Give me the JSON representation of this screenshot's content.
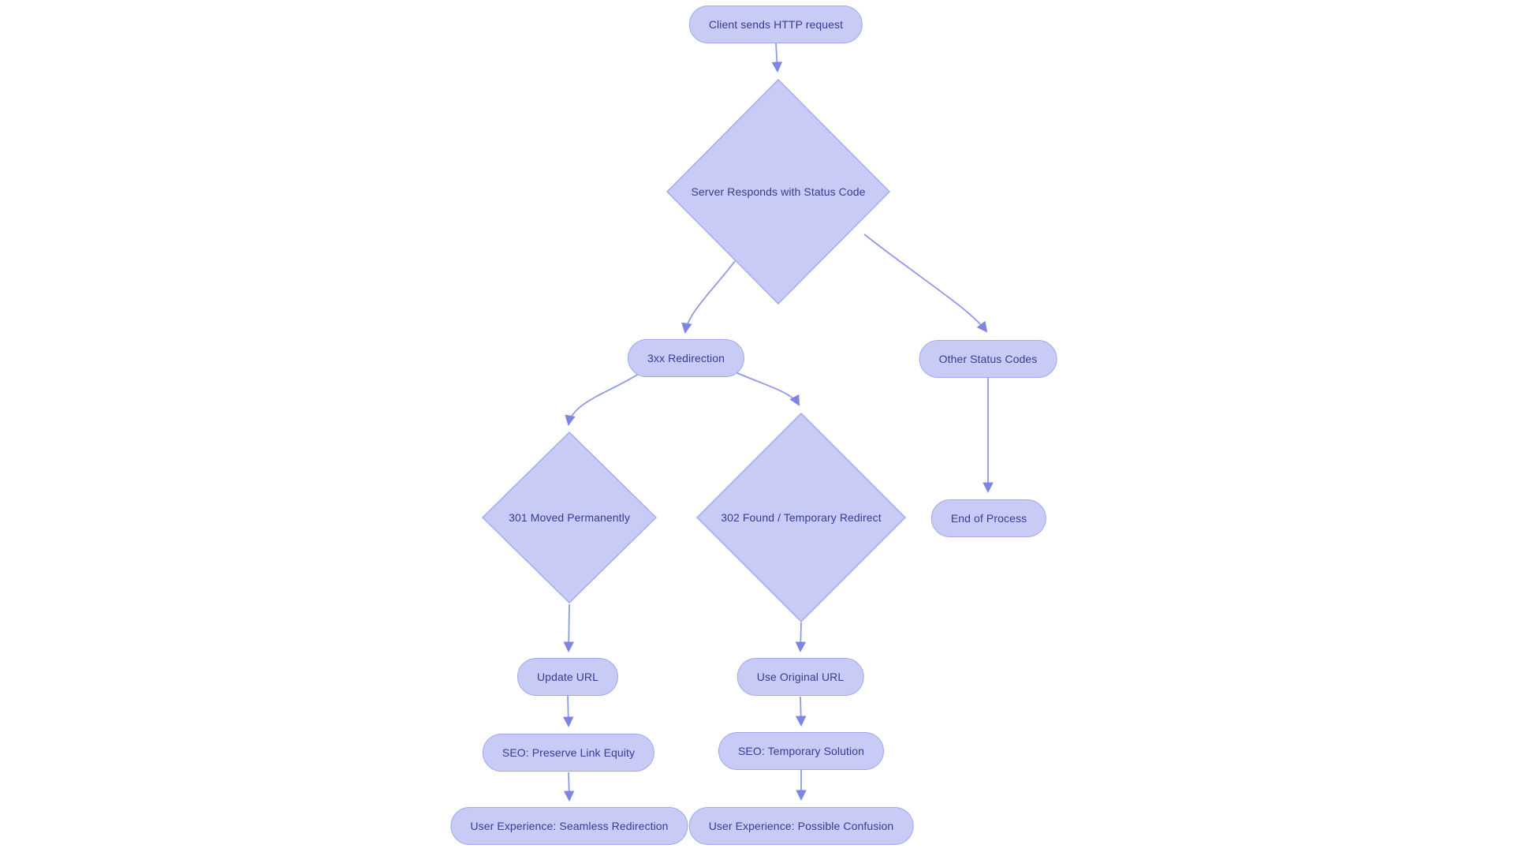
{
  "diagram": {
    "type": "flowchart",
    "colors": {
      "node_fill": "#c8cbf5",
      "node_border": "#a3a8ee",
      "edge": "#9198e8",
      "arrow": "#7d85e2",
      "text": "#363c94",
      "background": "#ffffff"
    },
    "nodes": [
      {
        "id": "client",
        "shape": "pill",
        "label": "Client sends HTTP request"
      },
      {
        "id": "server",
        "shape": "diamond",
        "label": "Server Responds with Status Code"
      },
      {
        "id": "redirect3xx",
        "shape": "pill",
        "label": "3xx Redirection"
      },
      {
        "id": "otherCodes",
        "shape": "pill",
        "label": "Other Status Codes"
      },
      {
        "id": "moved301",
        "shape": "diamond",
        "label": "301 Moved Permanently"
      },
      {
        "id": "found302",
        "shape": "diamond",
        "label": "302 Found / Temporary Redirect"
      },
      {
        "id": "endProcess",
        "shape": "pill",
        "label": "End of Process"
      },
      {
        "id": "updateUrl",
        "shape": "pill",
        "label": "Update URL"
      },
      {
        "id": "useOriginal",
        "shape": "pill",
        "label": "Use Original URL"
      },
      {
        "id": "seoPreserve",
        "shape": "pill",
        "label": "SEO: Preserve Link Equity"
      },
      {
        "id": "seoTemporary",
        "shape": "pill",
        "label": "SEO: Temporary Solution"
      },
      {
        "id": "uxSeamless",
        "shape": "pill",
        "label": "User Experience: Seamless Redirection"
      },
      {
        "id": "uxConfusion",
        "shape": "pill",
        "label": "User Experience: Possible Confusion"
      }
    ],
    "edges": [
      {
        "from": "client",
        "to": "server"
      },
      {
        "from": "server",
        "to": "redirect3xx"
      },
      {
        "from": "server",
        "to": "otherCodes"
      },
      {
        "from": "redirect3xx",
        "to": "moved301"
      },
      {
        "from": "redirect3xx",
        "to": "found302"
      },
      {
        "from": "otherCodes",
        "to": "endProcess"
      },
      {
        "from": "moved301",
        "to": "updateUrl"
      },
      {
        "from": "updateUrl",
        "to": "seoPreserve"
      },
      {
        "from": "seoPreserve",
        "to": "uxSeamless"
      },
      {
        "from": "found302",
        "to": "useOriginal"
      },
      {
        "from": "useOriginal",
        "to": "seoTemporary"
      },
      {
        "from": "seoTemporary",
        "to": "uxConfusion"
      }
    ]
  }
}
